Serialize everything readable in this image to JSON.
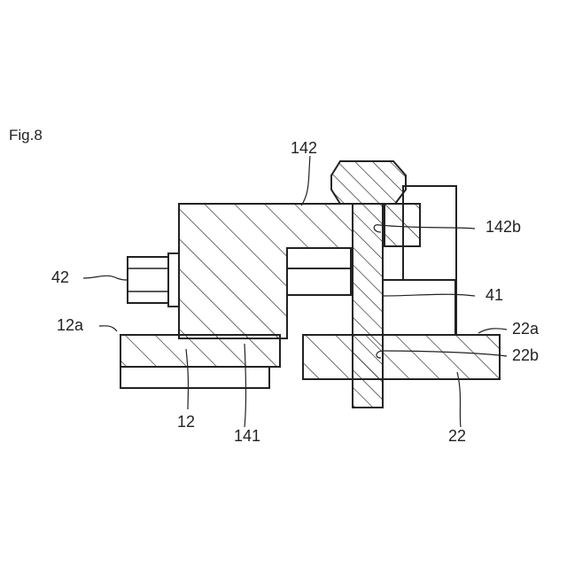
{
  "figure": {
    "title": "Fig.8"
  },
  "labels": {
    "l142": "142",
    "l142b": "142b",
    "l42": "42",
    "l41": "41",
    "l12a": "12a",
    "l22a": "22a",
    "l22b": "22b",
    "l12": "12",
    "l141": "141",
    "l22": "22"
  }
}
